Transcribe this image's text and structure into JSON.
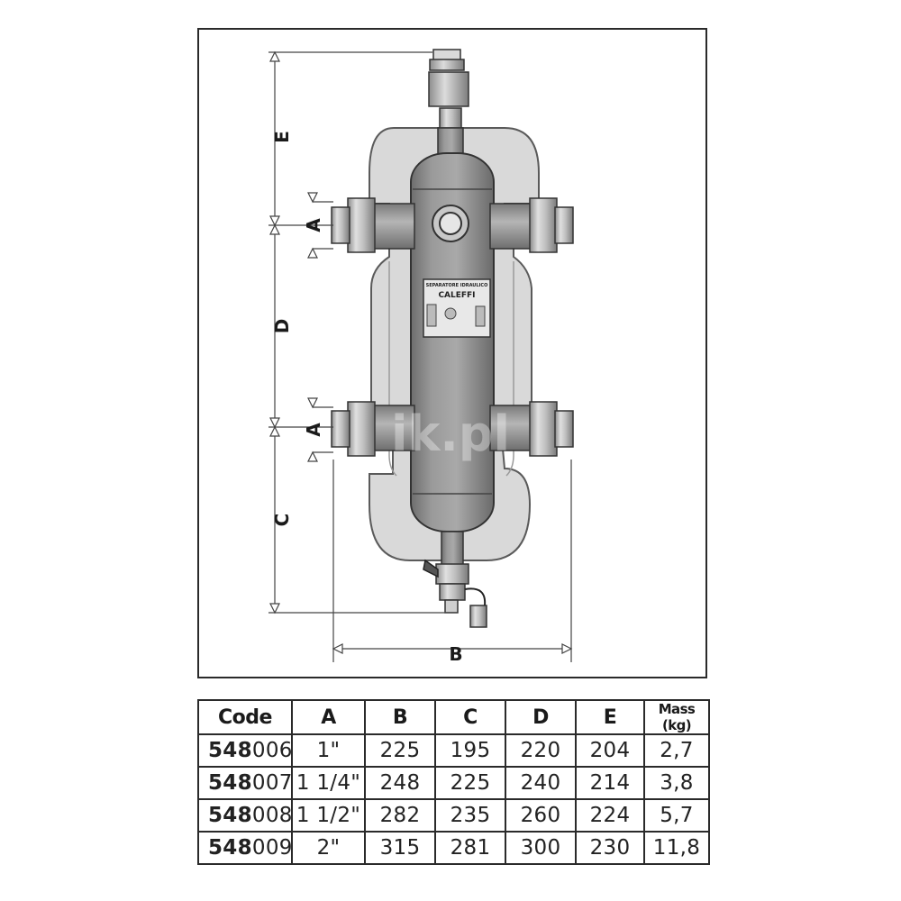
{
  "dimension_labels": {
    "A_upper": "A",
    "A_lower": "A",
    "B": "B",
    "C": "C",
    "D": "D",
    "E": "E"
  },
  "nameplate": {
    "title": "SEPARATORE IDRAULICO",
    "brand": "CALEFFI"
  },
  "watermark": "ik.pl",
  "table": {
    "headers": {
      "code": "Code",
      "a": "A",
      "b": "B",
      "c": "C",
      "d": "D",
      "e": "E",
      "mass": "Mass (kg)"
    },
    "rows": [
      {
        "code_prefix": "548",
        "code_suffix": "006",
        "a": "1\"",
        "b": "225",
        "c": "195",
        "d": "220",
        "e": "204",
        "mass": "2,7"
      },
      {
        "code_prefix": "548",
        "code_suffix": "007",
        "a": "1 1/4\"",
        "b": "248",
        "c": "225",
        "d": "240",
        "e": "214",
        "mass": "3,8"
      },
      {
        "code_prefix": "548",
        "code_suffix": "008",
        "a": "1 1/2\"",
        "b": "282",
        "c": "235",
        "d": "260",
        "e": "224",
        "mass": "5,7"
      },
      {
        "code_prefix": "548",
        "code_suffix": "009",
        "a": "2\"",
        "b": "315",
        "c": "281",
        "d": "300",
        "e": "230",
        "mass": "11,8"
      }
    ]
  }
}
